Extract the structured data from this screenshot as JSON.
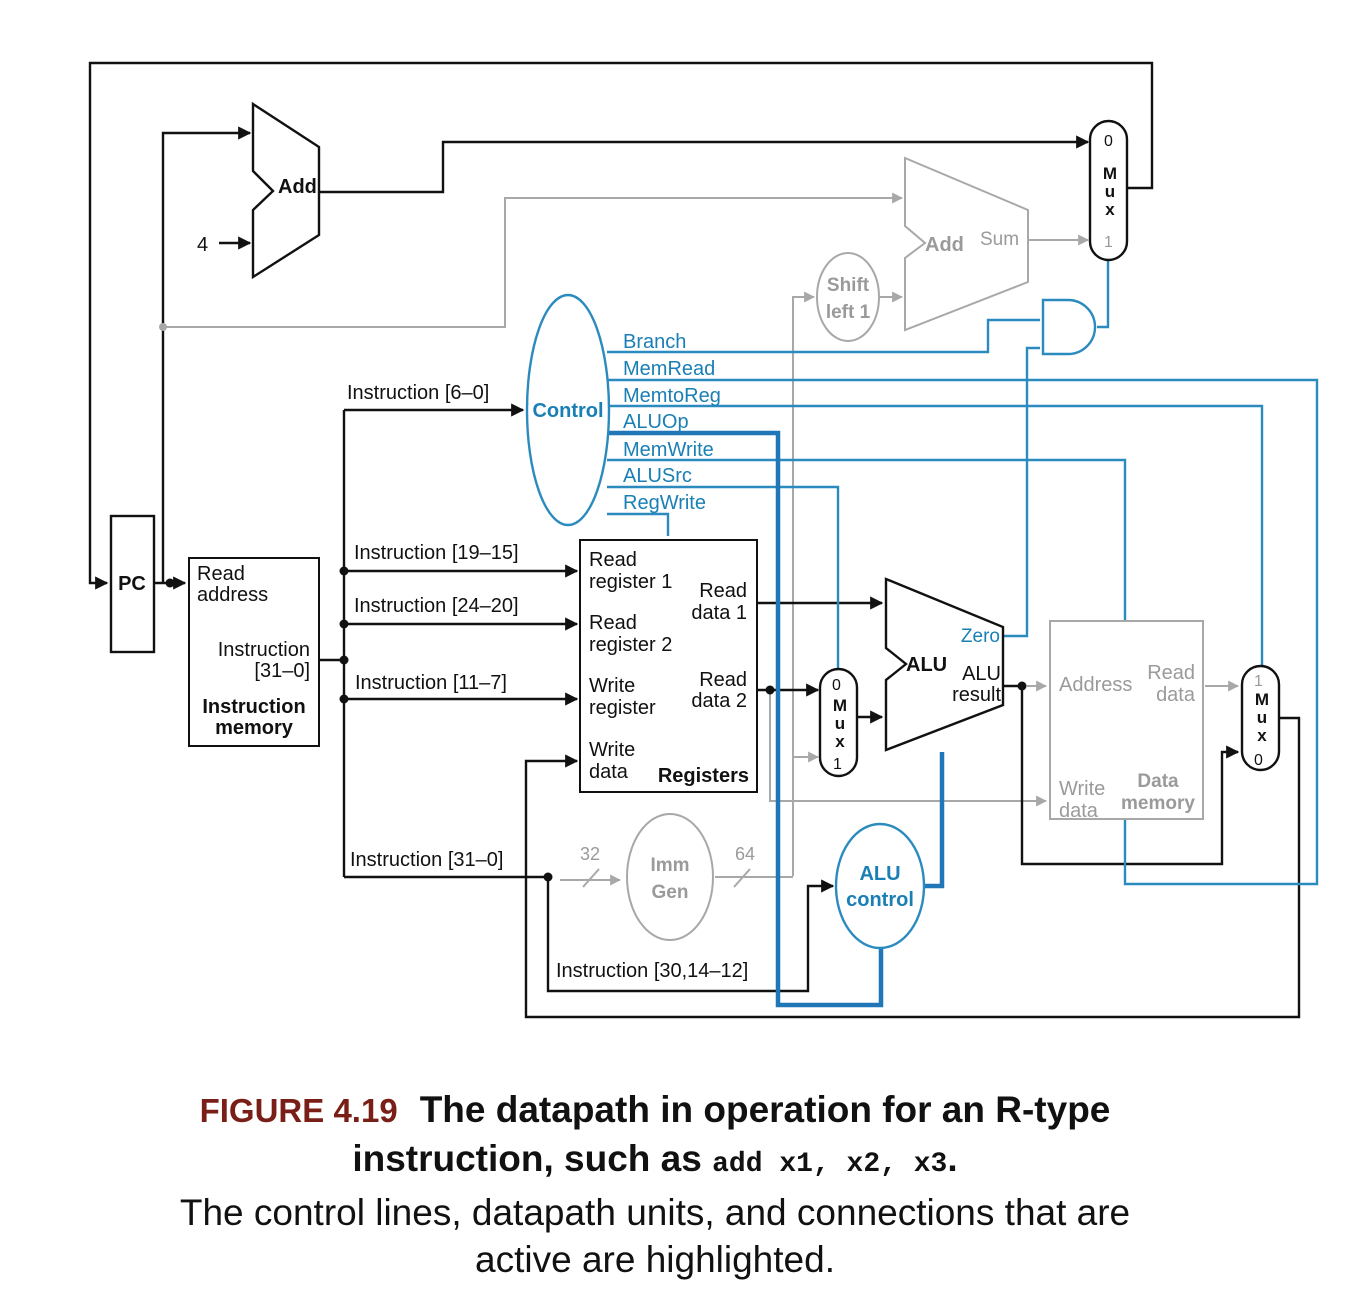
{
  "units": {
    "add_pc": "Add",
    "const_4": "4",
    "add_branch": "Add",
    "sum": "Sum",
    "shift_line1": "Shift",
    "shift_line2": "left 1",
    "control": "Control",
    "pc": "PC",
    "imem_read_line1": "Read",
    "imem_read_line2": "address",
    "imem_instr_line1": "Instruction",
    "imem_instr_line2": "[31–0]",
    "imem_title_line1": "Instruction",
    "imem_title_line2": "memory",
    "reg_rr1_line1": "Read",
    "reg_rr1_line2": "register 1",
    "reg_rr2_line1": "Read",
    "reg_rr2_line2": "register 2",
    "reg_wr_line1": "Write",
    "reg_wr_line2": "register",
    "reg_wd_line1": "Write",
    "reg_wd_line2": "data",
    "reg_rd1_line1": "Read",
    "reg_rd1_line2": "data 1",
    "reg_rd2_line1": "Read",
    "reg_rd2_line2": "data 2",
    "registers": "Registers",
    "alu": "ALU",
    "zero": "Zero",
    "alu_result_line1": "ALU",
    "alu_result_line2": "result",
    "dmem_address": "Address",
    "dmem_read_line1": "Read",
    "dmem_read_line2": "data",
    "dmem_write_line1": "Write",
    "dmem_write_line2": "data",
    "dmem_title_line1": "Data",
    "dmem_title_line2": "memory",
    "immgen_line1": "Imm",
    "immgen_line2": "Gen",
    "bits_in": "32",
    "bits_out": "64",
    "alu_control_line1": "ALU",
    "alu_control_line2": "control"
  },
  "muxes": {
    "mux_letters": [
      "M",
      "u",
      "x"
    ],
    "top": [
      "0",
      "1"
    ],
    "alusrc": [
      "0",
      "1"
    ],
    "memtoreg": [
      "1",
      "0"
    ]
  },
  "control_signals": [
    "Branch",
    "MemRead",
    "MemtoReg",
    "ALUOp",
    "MemWrite",
    "ALUSrc",
    "RegWrite"
  ],
  "instruction_fields": {
    "opcode": "Instruction [6–0]",
    "rs1": "Instruction [19–15]",
    "rs2": "Instruction [24–20]",
    "rd": "Instruction [11–7]",
    "all": "Instruction [31–0]",
    "funct": "Instruction [30,14–12]"
  },
  "caption": {
    "figure": "FIGURE 4.19",
    "title_part1": "The datapath in operation for an R-type instruction, such as",
    "title_code": "add x1, x2, x3",
    "title_end": ".",
    "body": "The control lines, datapath units, and connections that are active are highlighted."
  },
  "colors": {
    "active": "#1a7fb5",
    "inactive": "#9a9a9a",
    "caption_figure": "#7a1f17"
  }
}
